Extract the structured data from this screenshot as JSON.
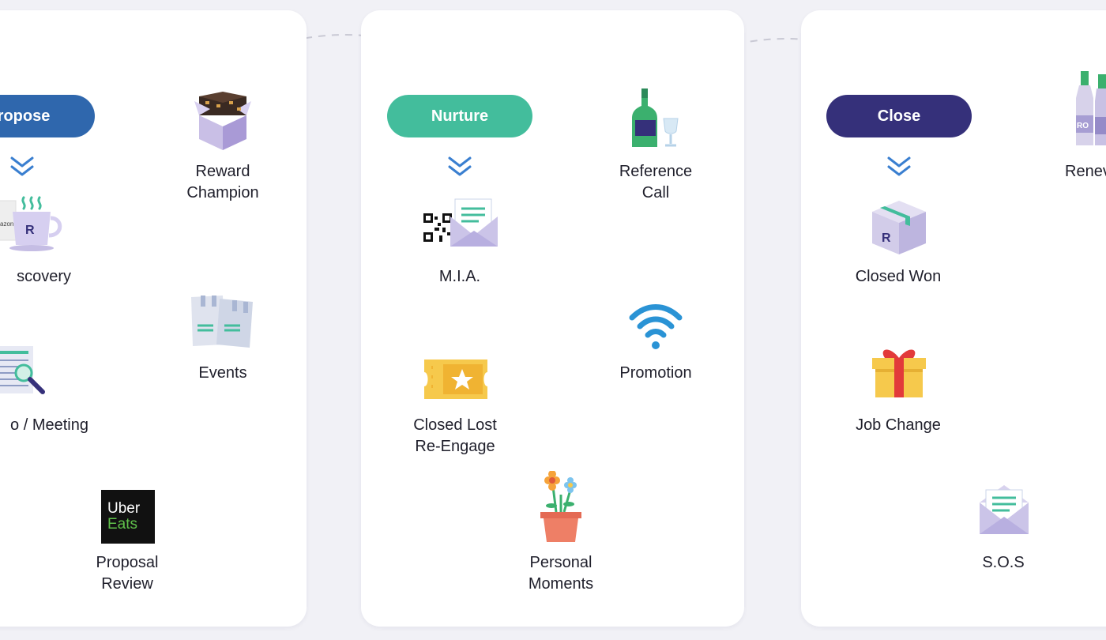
{
  "colors": {
    "propose": "#2f67ad",
    "nurture": "#43bd9c",
    "close": "#35307a",
    "chevron": "#3a7fd0",
    "connector": "#c9c9d4",
    "background": "#f1f1f6"
  },
  "stages": [
    {
      "title": "ropose",
      "items": [
        {
          "label": "Reward\nChampion",
          "icon": "gift-box-icon"
        },
        {
          "label": "scovery",
          "icon": "coffee-mug-icon"
        },
        {
          "label": "Events",
          "icon": "tickets-icon"
        },
        {
          "label": "o / Meeting",
          "icon": "document-search-icon"
        },
        {
          "label": "Proposal\nReview",
          "icon": "uber-eats-logo"
        }
      ]
    },
    {
      "title": "Nurture",
      "items": [
        {
          "label": "Reference\nCall",
          "icon": "wine-bottle-icon"
        },
        {
          "label": "M.I.A.",
          "icon": "qr-envelope-icon"
        },
        {
          "label": "Promotion",
          "icon": "wifi-icon"
        },
        {
          "label": "Closed Lost\nRe-Engage",
          "icon": "ticket-star-icon"
        },
        {
          "label": "Personal\nMoments",
          "icon": "flower-pot-icon"
        }
      ]
    },
    {
      "title": "Close",
      "items": [
        {
          "label": "Renev",
          "icon": "champagne-icon"
        },
        {
          "label": "Closed Won",
          "icon": "package-icon"
        },
        {
          "label": "Job Change",
          "icon": "present-icon"
        },
        {
          "label": "S.O.S",
          "icon": "envelope-icon"
        }
      ]
    }
  ],
  "logo_text": {
    "line1": "Uber",
    "line2": "Eats"
  },
  "label_rom": "RO"
}
